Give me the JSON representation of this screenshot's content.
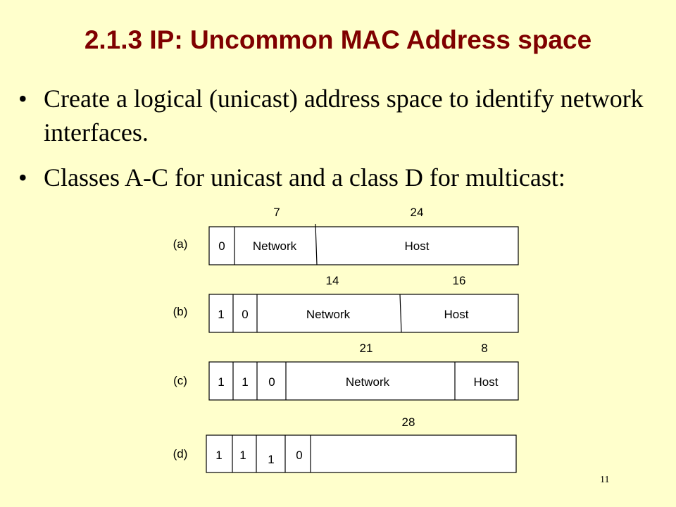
{
  "title": "2.1.3 IP: Uncommon MAC Address space",
  "bullets": [
    {
      "symbol": "•",
      "text": "Create a logical (unicast) address space to identify network interfaces."
    },
    {
      "symbol": "•",
      "text": "Classes A-C for unicast and a class D for multicast:"
    }
  ],
  "diagram": {
    "rows": [
      {
        "label": "(a)",
        "widths": [
          "7",
          "24"
        ],
        "fields": [
          {
            "kind": "bit",
            "text": "0"
          },
          {
            "kind": "field",
            "text": "Network"
          },
          {
            "kind": "field",
            "text": "Host"
          }
        ]
      },
      {
        "label": "(b)",
        "widths": [
          "14",
          "16"
        ],
        "fields": [
          {
            "kind": "bit",
            "text": "1"
          },
          {
            "kind": "bit",
            "text": "0"
          },
          {
            "kind": "field",
            "text": "Network"
          },
          {
            "kind": "field",
            "text": "Host"
          }
        ]
      },
      {
        "label": "(c)",
        "widths": [
          "21",
          "8"
        ],
        "fields": [
          {
            "kind": "bit",
            "text": "1"
          },
          {
            "kind": "bit",
            "text": "1"
          },
          {
            "kind": "bit",
            "text": "0"
          },
          {
            "kind": "field",
            "text": "Network"
          },
          {
            "kind": "field",
            "text": "Host"
          }
        ]
      },
      {
        "label": "(d)",
        "widths": [
          "28"
        ],
        "fields": [
          {
            "kind": "bit",
            "text": "1"
          },
          {
            "kind": "bit",
            "text": "1"
          },
          {
            "kind": "bit",
            "text": "1"
          },
          {
            "kind": "bit",
            "text": "0"
          },
          {
            "kind": "field",
            "text": ""
          }
        ]
      }
    ]
  },
  "page_number": "11"
}
